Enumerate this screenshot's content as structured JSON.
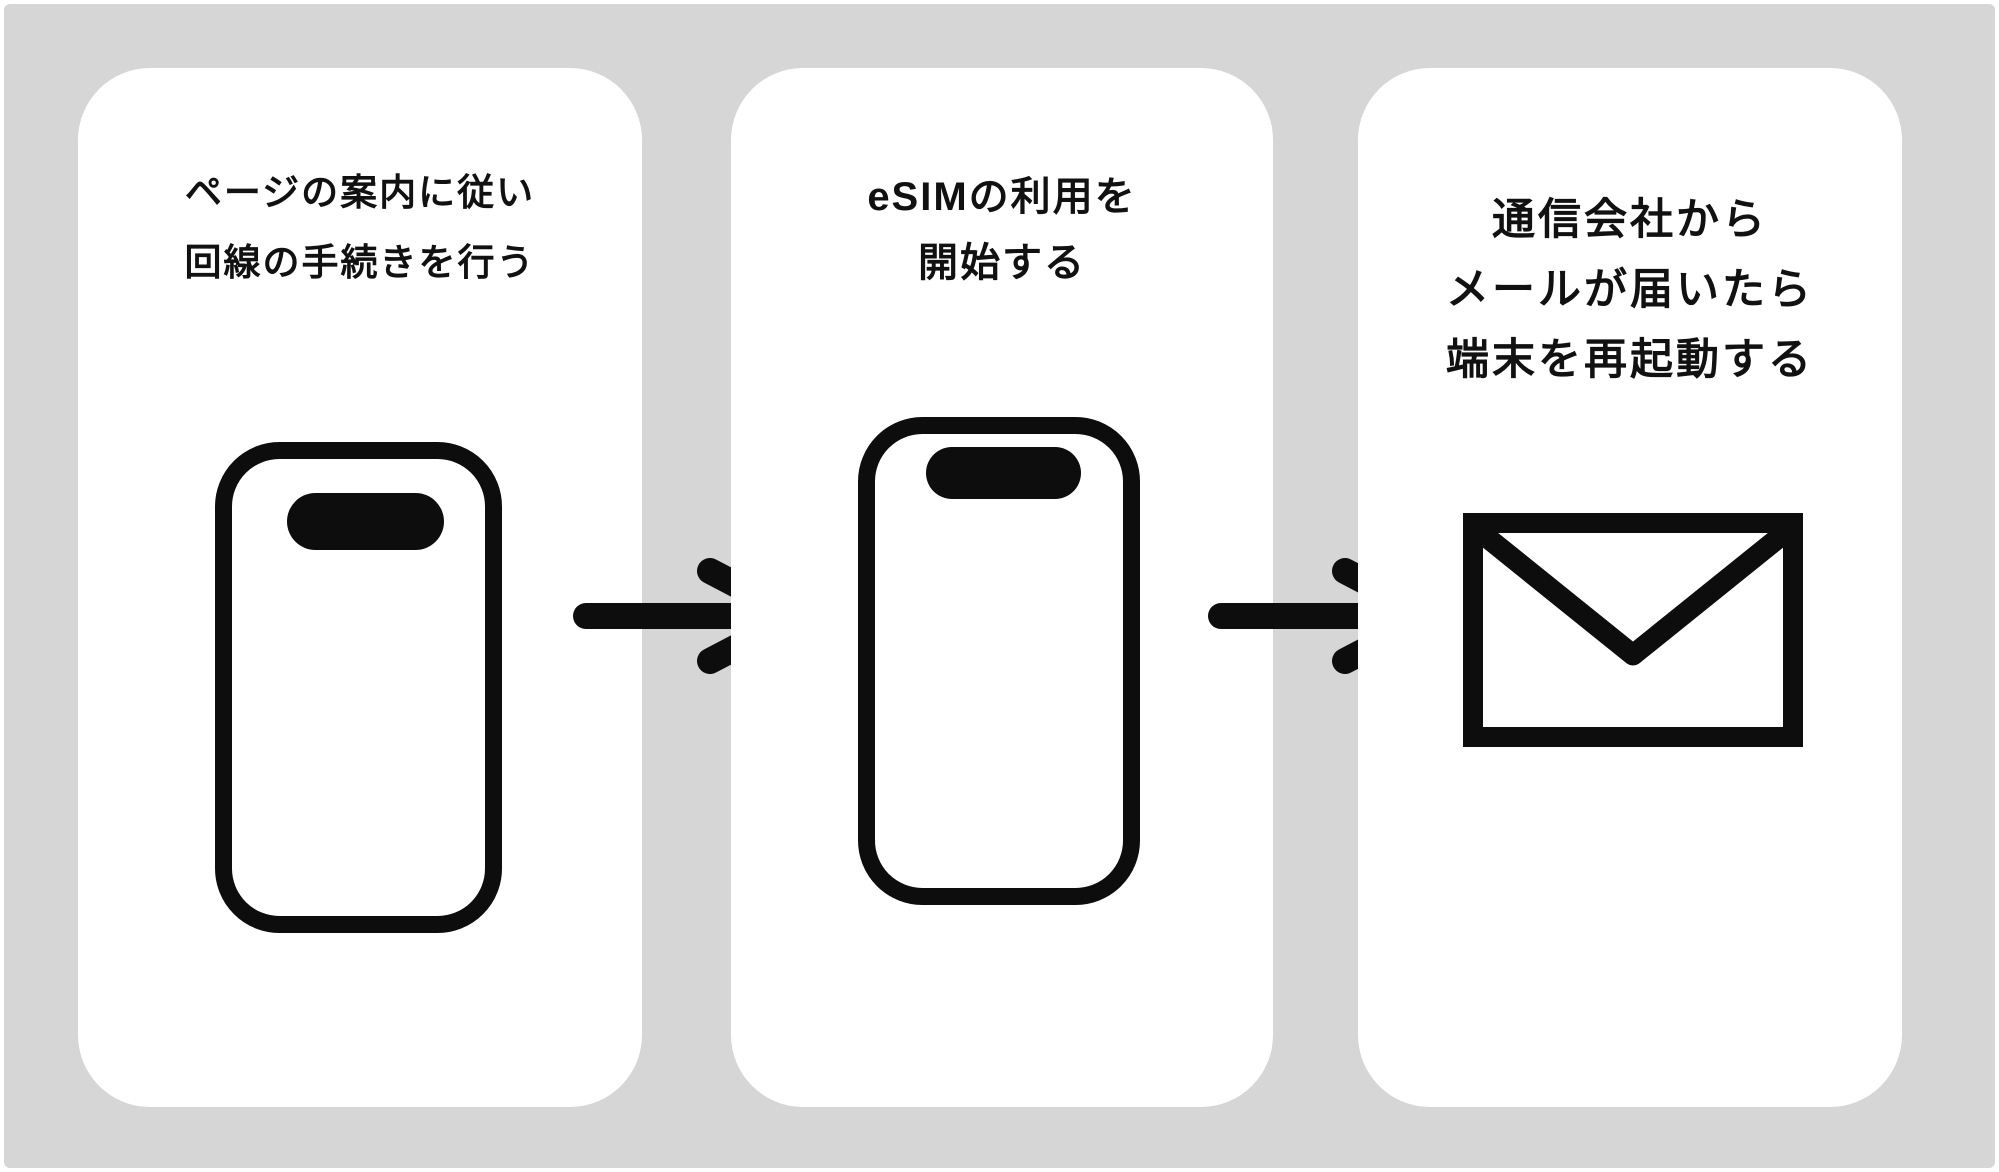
{
  "diagram": {
    "kind": "three-step-flow",
    "language": "ja",
    "colors": {
      "background": "#d6d6d6",
      "card": "#ffffff",
      "ink": "#0d0d0d",
      "text": "#111111"
    },
    "steps": [
      {
        "order": 1,
        "lines": [
          "ページの案内に従い",
          "回線の手続きを行う"
        ],
        "icon": "smartphone-icon"
      },
      {
        "order": 2,
        "lines": [
          "eSIMの利用を",
          "開始する"
        ],
        "icon": "smartphone-icon"
      },
      {
        "order": 3,
        "lines": [
          "通信会社から",
          "メールが届いたら",
          "端末を再起動する"
        ],
        "icon": "envelope-icon"
      }
    ],
    "connectors": [
      {
        "from": 1,
        "to": 2,
        "icon": "arrow-right-icon"
      },
      {
        "from": 2,
        "to": 3,
        "icon": "arrow-right-icon"
      }
    ]
  }
}
